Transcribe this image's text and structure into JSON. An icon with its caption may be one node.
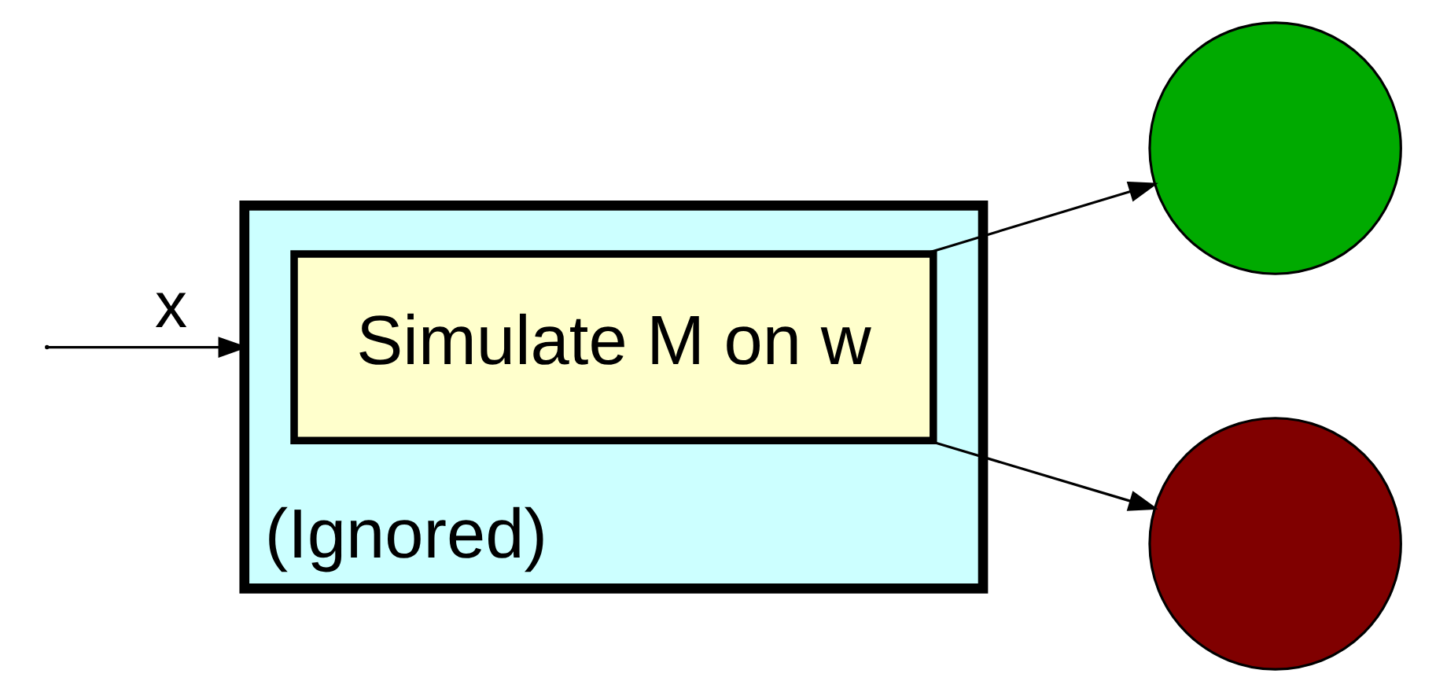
{
  "diagram": {
    "nodes": [
      {
        "text": [
          "(Ignored)"
        ]
      },
      {
        "text": [
          "Simulate M on w"
        ],
        "in": 0
      },
      {
        "text": [],
        "shape": "circle"
      },
      {
        "text": [],
        "shape": "circle"
      }
    ],
    "edges": [
      {
        "from": null,
        "to": 0,
        "arrow": "to",
        "label": "x"
      },
      {
        "from": 1,
        "to": 2,
        "arrow": "to"
      },
      {
        "from": 1,
        "to": 3,
        "arrow": "to"
      }
    ]
  }
}
